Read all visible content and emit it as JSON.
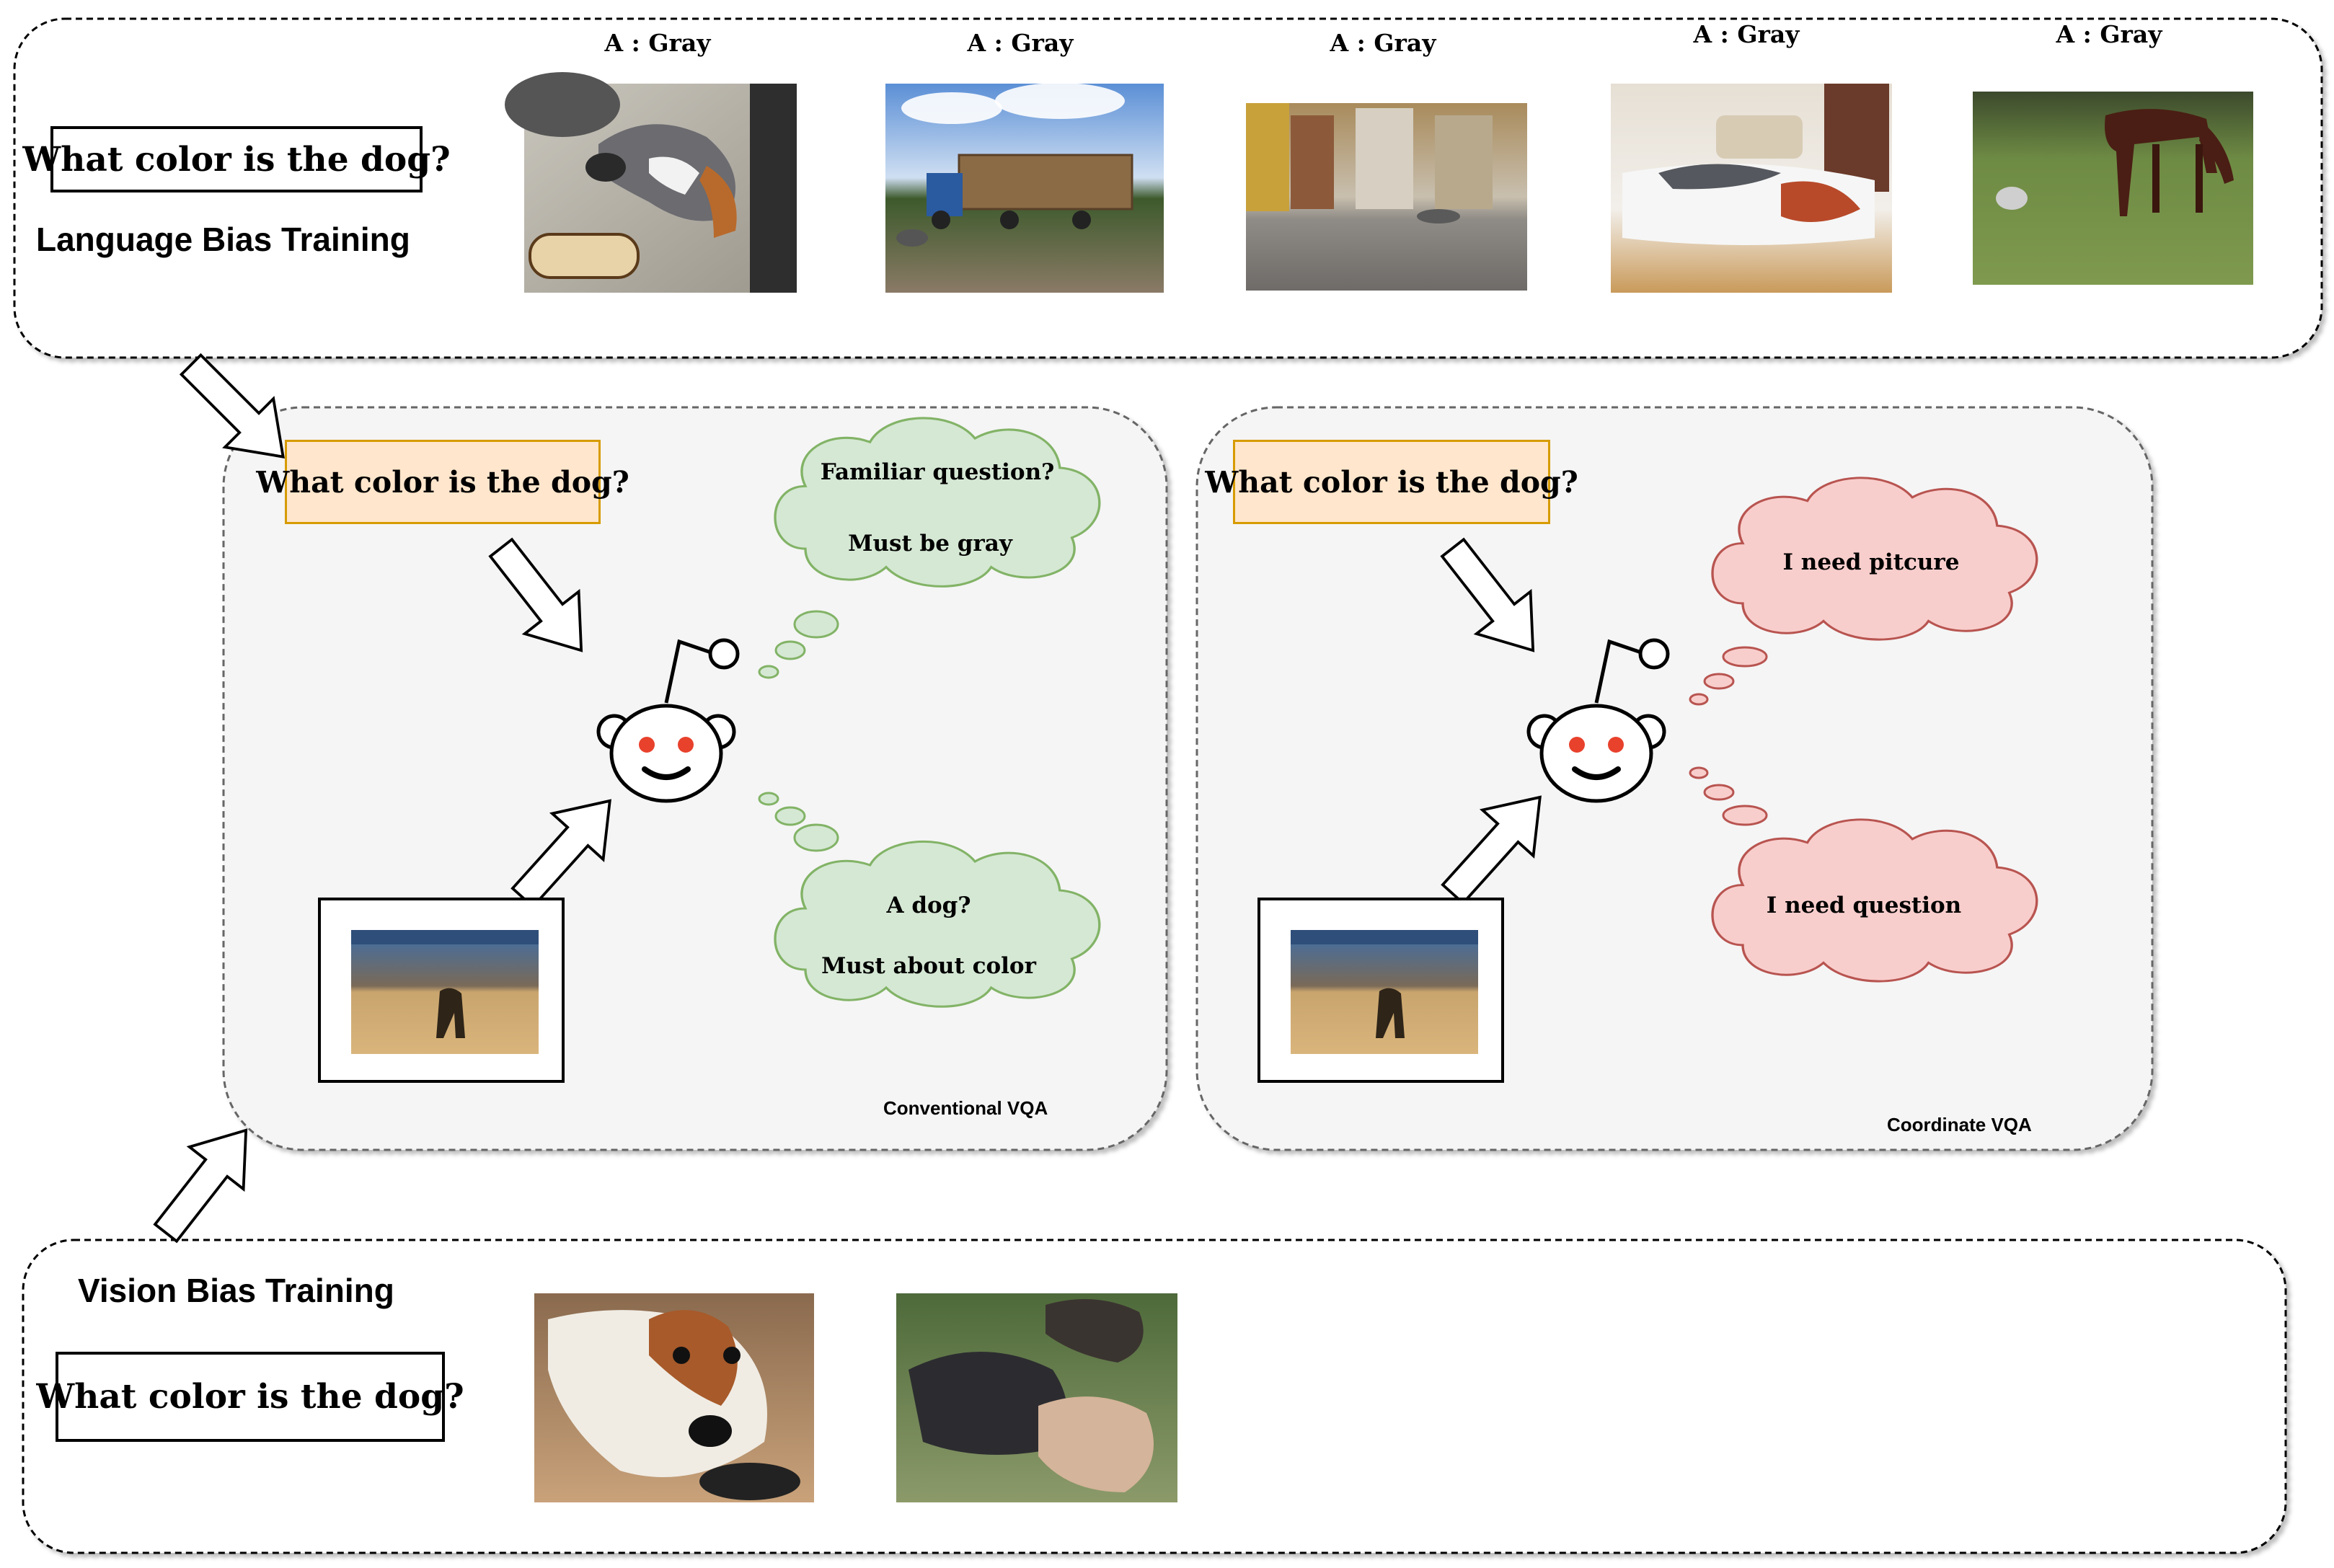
{
  "language_bias": {
    "title": "Language Bias Training",
    "question": "What color is the dog?",
    "answers": [
      "A : Gray",
      "A : Gray",
      "A : Gray",
      "A : Gray",
      "A : Gray"
    ],
    "photos": [
      "dog-with-bone-photo",
      "log-truck-photo",
      "running-dog-photo",
      "dog-on-bed-photo",
      "horse-and-dog-photo"
    ]
  },
  "conventional": {
    "caption": "Conventional VQA",
    "question": "What color is the dog?",
    "cloud_top": [
      "Familiar question?",
      "Must be gray"
    ],
    "cloud_bottom": [
      "A dog?",
      "Must about color"
    ]
  },
  "coordinate": {
    "caption": "Coordinate VQA",
    "question": "What color is the dog?",
    "cloud_top": [
      "I need pitcure"
    ],
    "cloud_bottom": [
      "I need question"
    ]
  },
  "vision_bias": {
    "title": "Vision Bias Training",
    "question": "What color is the dog?",
    "photos": [
      "dog-eating-photo",
      "dogs-playing-photo"
    ]
  },
  "colors": {
    "green_cloud_fill": "#d5e8d4",
    "green_cloud_stroke": "#82b366",
    "red_cloud_fill": "#f8cecc",
    "red_cloud_stroke": "#b85450",
    "question_fill": "#ffe6cc",
    "question_stroke": "#d79b00",
    "panel_fill": "#f5f5f5",
    "robot_eye": "#e8412c"
  }
}
